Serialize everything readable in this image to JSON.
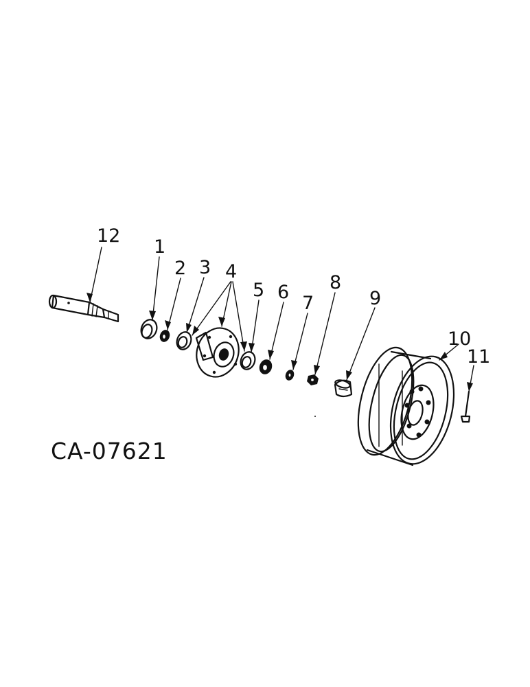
{
  "drawing_id": "CA-07621",
  "callouts": {
    "c1": "1",
    "c2": "2",
    "c3": "3",
    "c4": "4",
    "c5": "5",
    "c6": "6",
    "c7": "7",
    "c8": "8",
    "c9": "9",
    "c10": "10",
    "c11": "11",
    "c12": "12"
  }
}
